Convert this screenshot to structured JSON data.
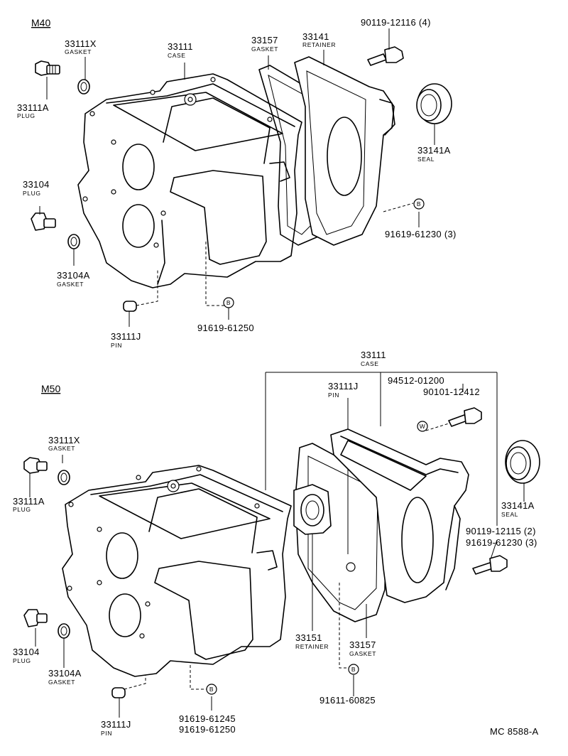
{
  "sections": {
    "m40": "M40",
    "m50": "M50"
  },
  "m40": {
    "gasket_x": {
      "part": "33111X",
      "name": "GASKET"
    },
    "case": {
      "part": "33111",
      "name": "CASE"
    },
    "gasket_157": {
      "part": "33157",
      "name": "GASKET"
    },
    "retainer": {
      "part": "33141",
      "name": "RETAINER"
    },
    "bolt_116": {
      "part": "90119-12116 (4)"
    },
    "plug_a": {
      "part": "33111A",
      "name": "PLUG"
    },
    "seal": {
      "part": "33141A",
      "name": "SEAL"
    },
    "plug_104": {
      "part": "33104",
      "name": "PLUG"
    },
    "bolt_230": {
      "part": "91619-61230 (3)"
    },
    "gasket_104a": {
      "part": "33104A",
      "name": "GASKET"
    },
    "bolt_250": {
      "part": "91619-61250"
    },
    "pin": {
      "part": "33111J",
      "name": "PIN"
    }
  },
  "m50": {
    "case": {
      "part": "33111",
      "name": "CASE"
    },
    "bolt_200": {
      "part": "94512-01200"
    },
    "pin_top": {
      "part": "33111J",
      "name": "PIN"
    },
    "bolt_412": {
      "part": "90101-12412"
    },
    "gasket_x": {
      "part": "33111X",
      "name": "GASKET"
    },
    "seal": {
      "part": "33141A",
      "name": "SEAL"
    },
    "plug_a": {
      "part": "33111A",
      "name": "PLUG"
    },
    "bolt_115": {
      "part": "90119-12115 (2)"
    },
    "bolt_230": {
      "part": "91619-61230 (3)"
    },
    "retainer": {
      "part": "33151",
      "name": "RETAINER"
    },
    "gasket_157": {
      "part": "33157",
      "name": "GASKET"
    },
    "plug_104": {
      "part": "33104",
      "name": "PLUG"
    },
    "gasket_104a": {
      "part": "33104A",
      "name": "GASKET"
    },
    "bolt_811": {
      "part": "91611-60825"
    },
    "pin_bottom": {
      "part": "33111J",
      "name": "PIN"
    },
    "bolt_245": {
      "part": "91619-61245"
    },
    "bolt_250": {
      "part": "91619-61250"
    }
  },
  "markers": {
    "b": "B",
    "w": "W"
  },
  "footer_code": "MC 8588-A"
}
